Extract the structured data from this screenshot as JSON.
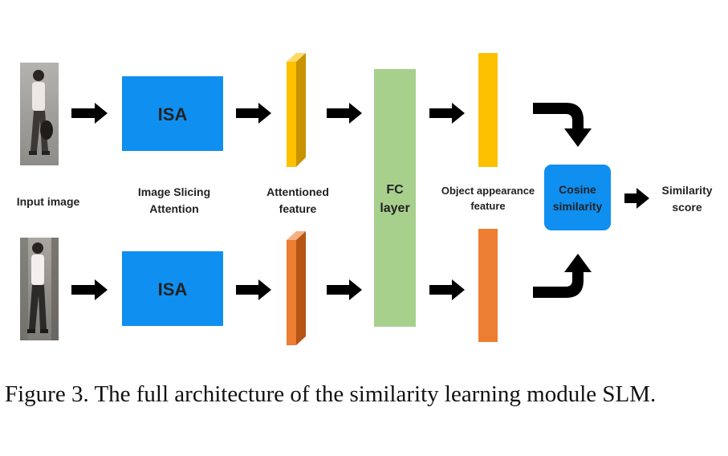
{
  "colors": {
    "isa_blue": "#0f8ff0",
    "fc_green": "#a8d08d",
    "yellow_front": "#ffc000",
    "yellow_side": "#c79300",
    "yellow_top": "#ffd966",
    "orange_front": "#ed7d31",
    "orange_side": "#b55516",
    "orange_top": "#f4b183",
    "cosine_blue": "#0f8ff0",
    "arrow": "#000000"
  },
  "icons": {
    "person_top": "pedestrian-photo",
    "person_bottom": "pedestrian-photo",
    "arrows": "block-right-arrow",
    "elbow_top": "elbow-down-arrow",
    "elbow_bottom": "elbow-up-arrow"
  },
  "labels": {
    "input_image": "Input image",
    "isa_line1": "Image Slicing",
    "isa_line2": "Attention",
    "att_line1": "Attentioned",
    "att_line2": "feature",
    "oa_line1": "Object appearance",
    "oa_line2": "feature",
    "sim_line1": "Similarity",
    "sim_line2": "score"
  },
  "boxes": {
    "isa_top": "ISA",
    "isa_bottom": "ISA",
    "fc_line1": "FC",
    "fc_line2": "layer",
    "cos_line1": "Cosine",
    "cos_line2": "similarity"
  },
  "caption": "Figure 3.  The full architecture of the similarity learning module SLM."
}
